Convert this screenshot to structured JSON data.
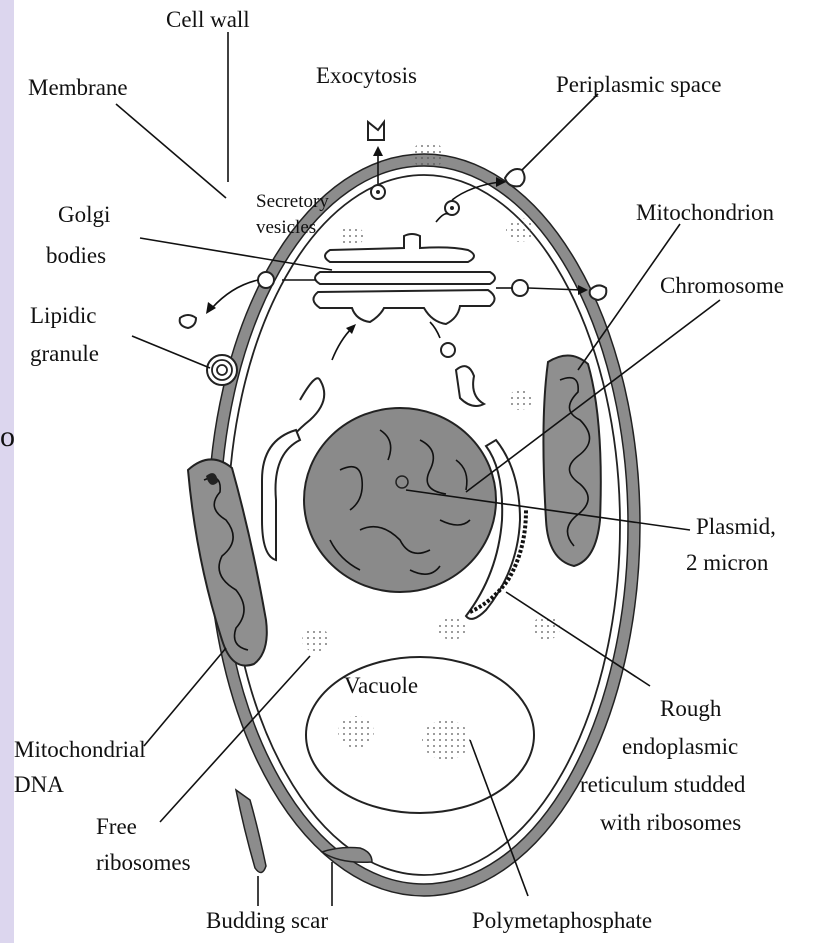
{
  "labels": {
    "cell_wall": "Cell wall",
    "membrane": "Membrane",
    "exocytosis": "Exocytosis",
    "periplasmic_space": "Periplasmic space",
    "mitochondrion": "Mitochondrion",
    "golgi_1": "Golgi",
    "golgi_2": "bodies",
    "secretory_1": "Secretory",
    "secretory_2": "vesicles",
    "chromosome": "Chromosome",
    "lipidic_1": "Lipidic",
    "lipidic_2": "granule",
    "plasmid_1": "Plasmid,",
    "plasmid_2": "2 micron",
    "mito_dna_1": "Mitochondrial",
    "mito_dna_2": "DNA",
    "vacuole": "Vacuole",
    "rough_er_1": "Rough",
    "rough_er_2": "endoplasmic",
    "rough_er_3": "reticulum studded",
    "rough_er_4": "with ribosomes",
    "free_ribo_1": "Free",
    "free_ribo_2": "ribosomes",
    "budding_scar": "Budding scar",
    "polymetaphosphate": "Polymetaphosphate",
    "stray_glyph": "o"
  },
  "colors": {
    "background": "#dcd6ee",
    "cell_wall": "#8c8c8c",
    "organelle_fill": "#8f8f8f",
    "nucleus_fill": "#8a8a8a"
  }
}
